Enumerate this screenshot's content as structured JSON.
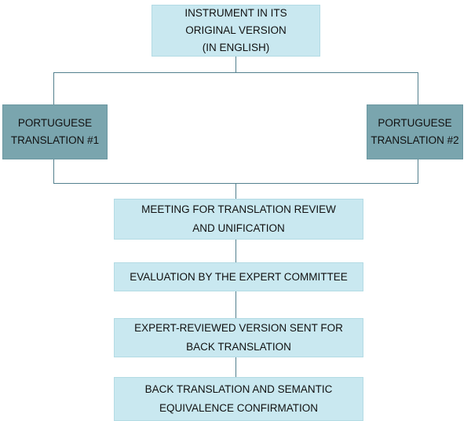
{
  "diagram": {
    "description": "Flowchart of instrument translation and cross-cultural adaptation process",
    "colors": {
      "light_box_fill": "#c9e8f0",
      "dark_box_fill": "#7aa5ae",
      "connector_line": "#53808e",
      "text": "#111111",
      "background": "#ffffff"
    },
    "nodes": {
      "original": {
        "label": "INSTRUMENT IN ITS\nORIGINAL VERSION\n(IN ENGLISH)"
      },
      "translation1": {
        "label": "PORTUGUESE\nTRANSLATION #1"
      },
      "translation2": {
        "label": "PORTUGUESE\nTRANSLATION #2"
      },
      "meeting": {
        "label": "MEETING FOR TRANSLATION REVIEW\nAND UNIFICATION"
      },
      "evaluation": {
        "label": "EVALUATION BY THE EXPERT COMMITTEE"
      },
      "expert_reviewed": {
        "label": "EXPERT-REVIEWED VERSION SENT FOR\nBACK TRANSLATION"
      },
      "back_translation": {
        "label": "BACK TRANSLATION AND SEMANTIC\nEQUIVALENCE CONFIRMATION"
      }
    }
  }
}
